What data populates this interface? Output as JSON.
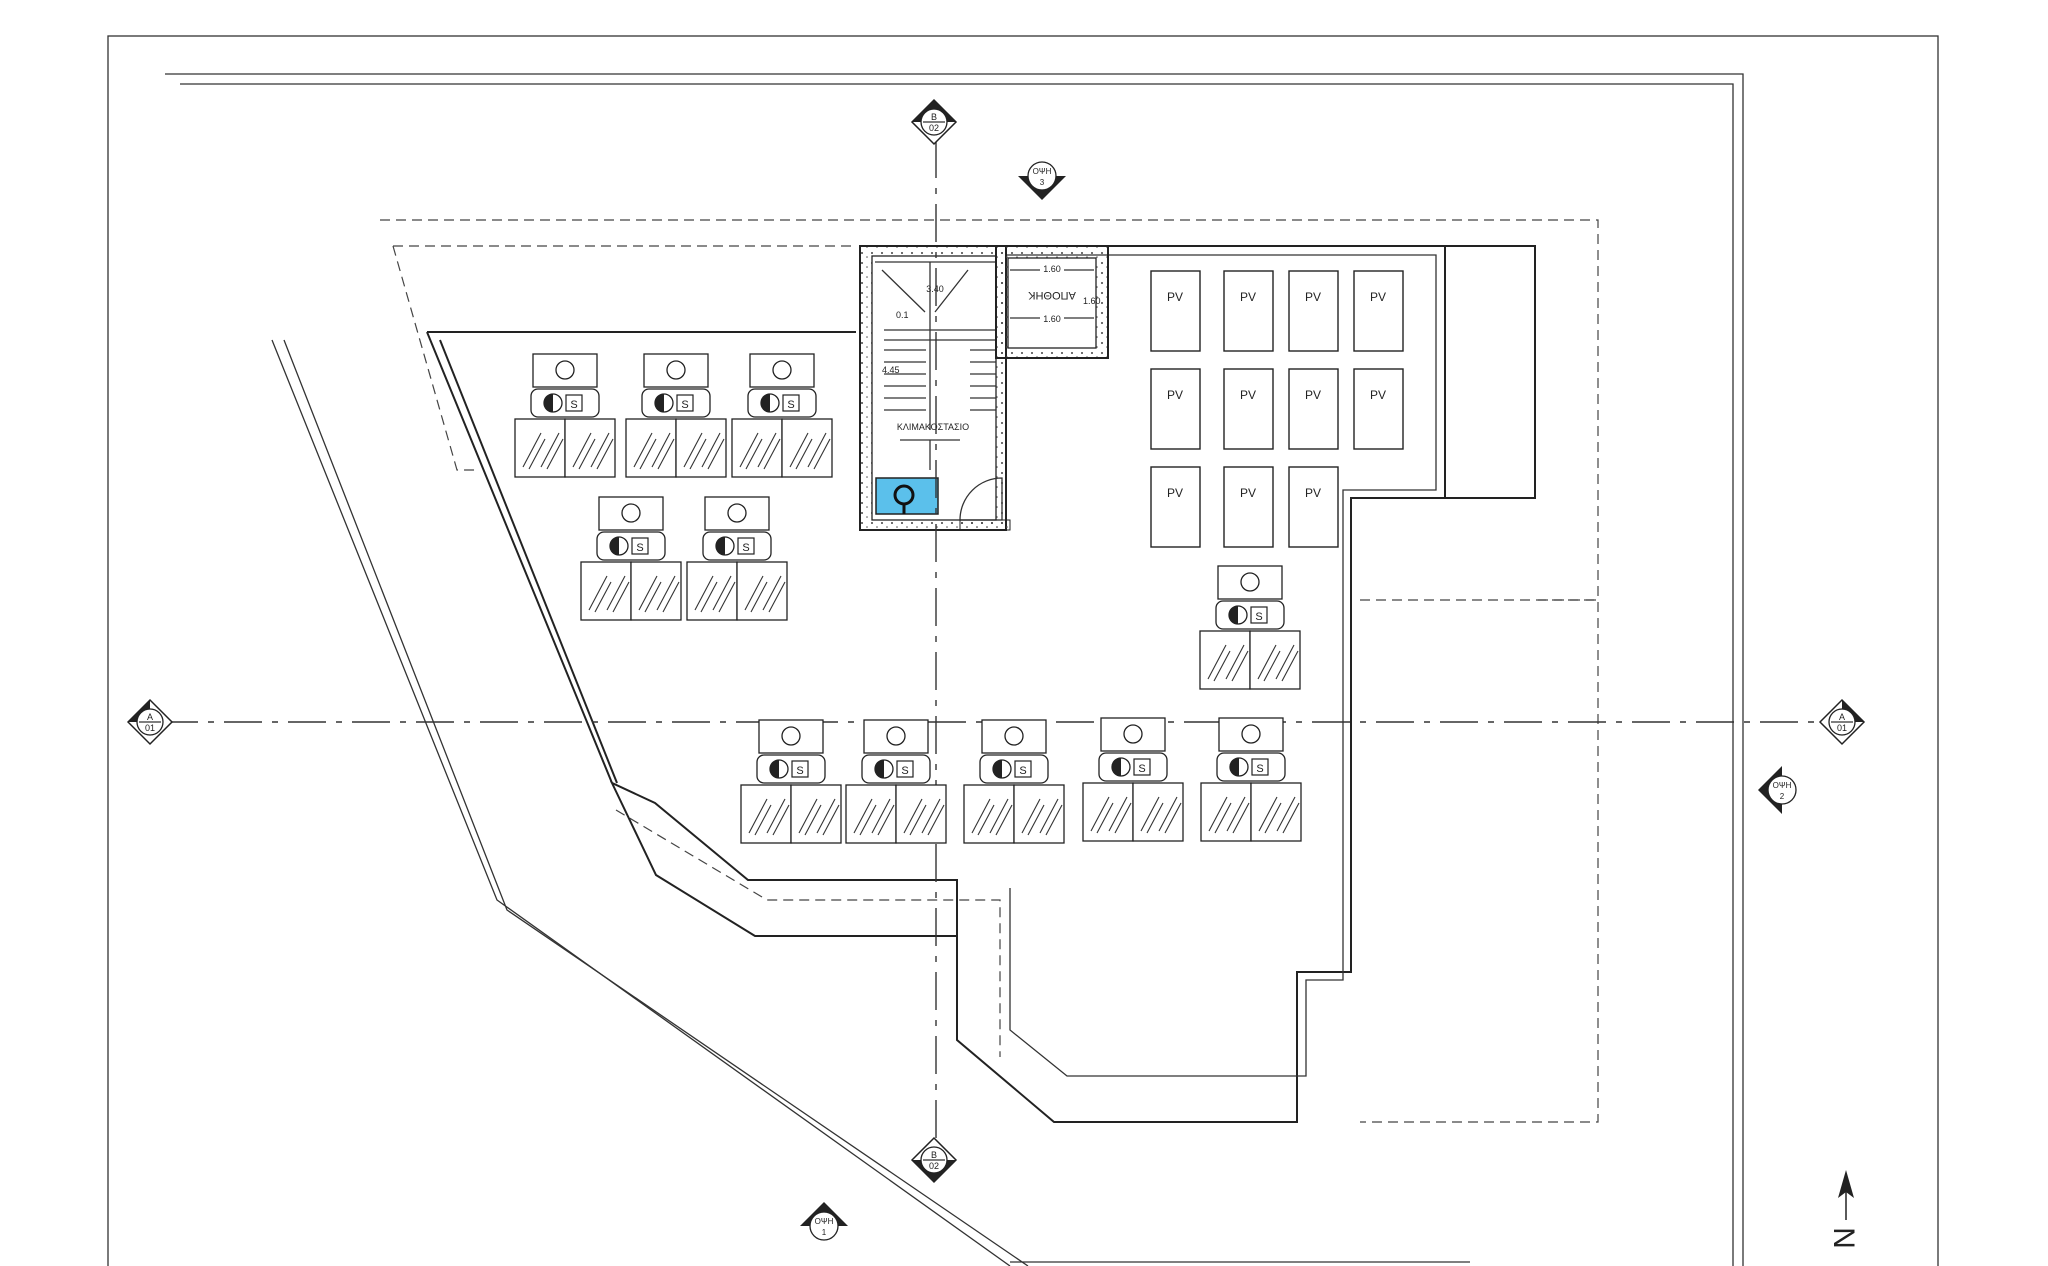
{
  "stair": {
    "dim_top": "3.40",
    "dim_left_a": "0.1",
    "dim_left_b": "4.45",
    "label": "ΚΛΙΜΑΚΟΣΤΑΣΙΟ"
  },
  "tank": {
    "label": "ΑΠΟΘΗΚ",
    "dim_top": "1.60",
    "dim_side": "1.60",
    "dim_bottom": "1.60"
  },
  "units": {
    "symbol_label": "S"
  },
  "pv_panels": [
    "PV",
    "PV",
    "PV",
    "PV",
    "PV",
    "PV",
    "PV",
    "PV",
    "PV",
    "PV",
    "PV"
  ],
  "section_markers": {
    "a_left": {
      "top": "A",
      "bottom": "01"
    },
    "a_right": {
      "top": "A",
      "bottom": "01"
    },
    "b_top": {
      "top": "B",
      "bottom": "02"
    },
    "b_bottom": {
      "top": "B",
      "bottom": "02"
    }
  },
  "elevation_markers": {
    "top": {
      "top": "ΟΨΗ",
      "bottom": "3"
    },
    "right": {
      "top": "ΟΨΗ",
      "bottom": "2"
    },
    "bottom": {
      "top": "ΟΨΗ",
      "bottom": "1"
    }
  },
  "north": {
    "label": "N"
  },
  "colors": {
    "highlight": "#5bc0eb",
    "line": "#222222"
  }
}
